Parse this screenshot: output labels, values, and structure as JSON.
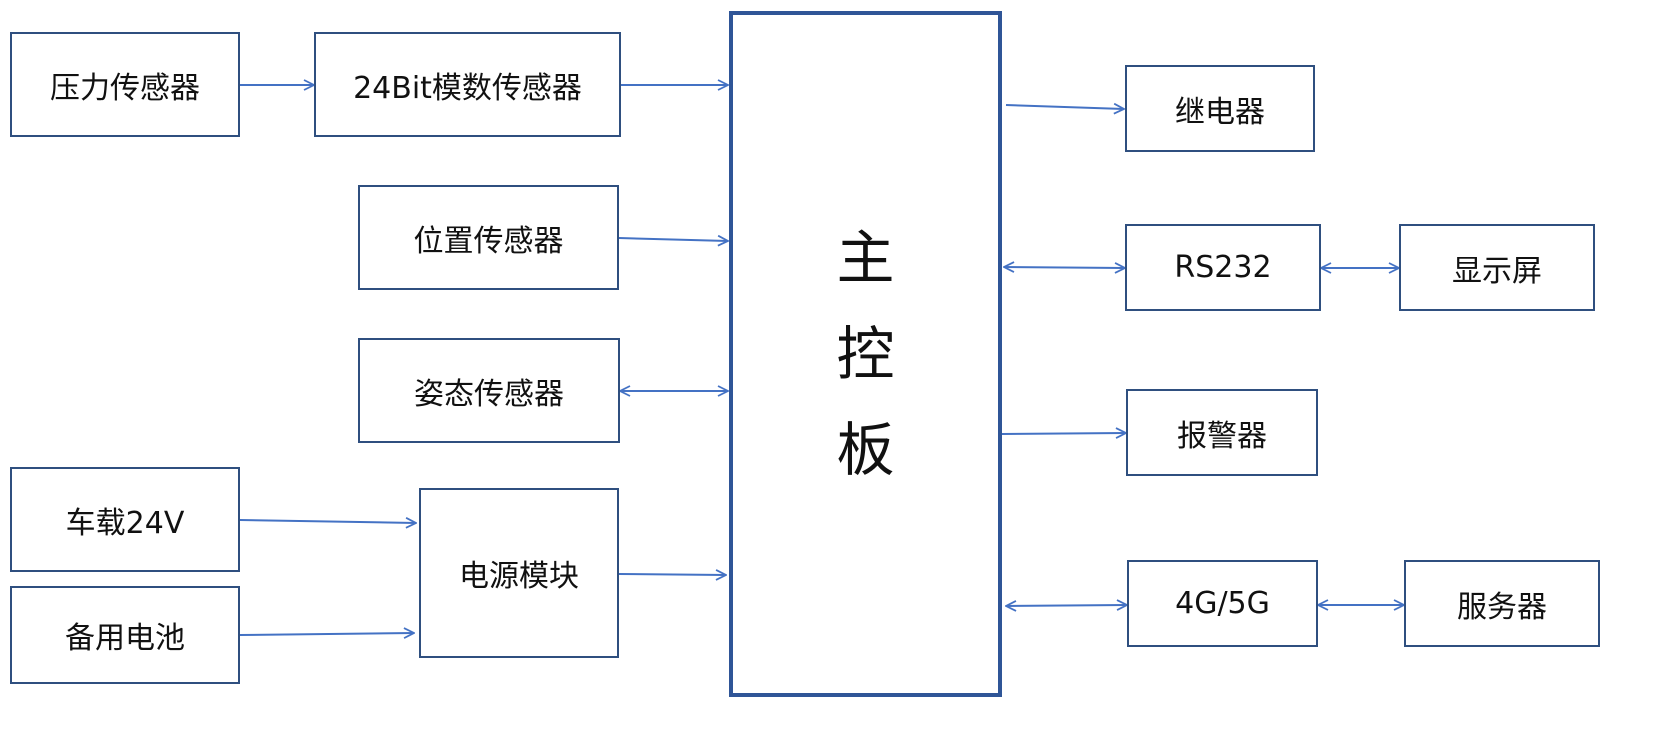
{
  "main_board": {
    "chars": [
      "主",
      "控",
      "板"
    ]
  },
  "inputs": {
    "pressure_sensor": "压力传感器",
    "adc_24bit": "24Bit模数传感器",
    "position_sensor": "位置传感器",
    "attitude_sensor": "姿态传感器",
    "vehicle_24v": "车载24V",
    "backup_battery": "备用电池",
    "power_module": "电源模块"
  },
  "outputs": {
    "relay": "继电器",
    "rs232": "RS232",
    "display": "显示屏",
    "alarm": "报警器",
    "cellular": "4G/5G",
    "server": "服务器"
  },
  "colors": {
    "arrow": "#4472c4",
    "box_border": "#2f4f7f",
    "main_border": "#2f5597"
  }
}
